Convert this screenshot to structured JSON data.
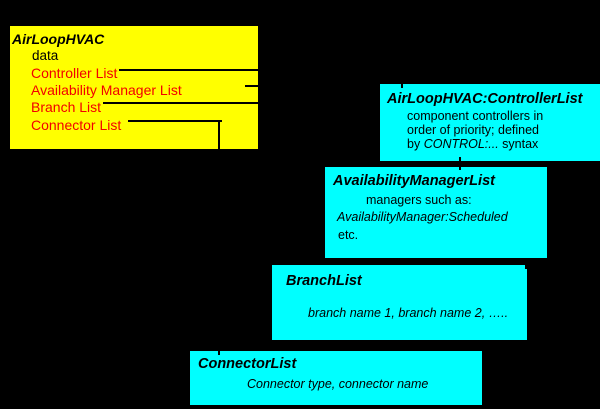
{
  "diagram": {
    "colors": {
      "background": "#000000",
      "main_box_fill": "#ffff00",
      "detail_box_fill": "#00ffff",
      "field_text": "#f20000",
      "line": "#000000"
    },
    "main_box": {
      "title": "AirLoopHVAC",
      "data_label": "data",
      "fields": [
        {
          "label": "Controller List"
        },
        {
          "label": "Availability Manager List"
        },
        {
          "label": "Branch List"
        },
        {
          "label": "Connector List"
        }
      ]
    },
    "controller_list_box": {
      "title": "AirLoopHVAC:ControllerList",
      "body_line1": "component controllers in",
      "body_line2": "order of priority; defined",
      "body_line3_prefix": "by ",
      "body_line3_italic": "CONTROL:...",
      "body_line3_suffix": " syntax"
    },
    "availability_manager_box": {
      "title": "AvailabilityManagerList",
      "body_line1": "managers such as:",
      "body_line2": "AvailabilityManager:Scheduled",
      "body_line3": "etc."
    },
    "branch_list_box": {
      "title": "BranchList",
      "body": "branch name 1, branch name 2, ….."
    },
    "connector_list_box": {
      "title": "ConnectorList",
      "body": "Connector type, connector name"
    }
  }
}
